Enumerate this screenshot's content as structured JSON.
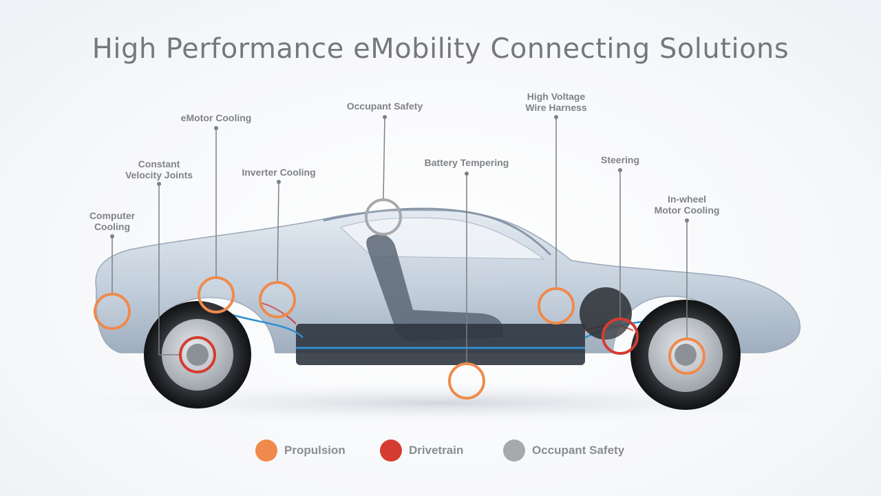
{
  "title": "High Performance eMobility Connecting Solutions",
  "colors": {
    "propulsion": "#ef8a4c",
    "drivetrain": "#d43c31",
    "occupant_safety": "#a7a9ac",
    "callout_line": "#7d7f82",
    "title_text": "#76787b"
  },
  "callouts": [
    {
      "id": "computer-cooling",
      "label": "Computer\nCooling",
      "category": "propulsion"
    },
    {
      "id": "cv-joints",
      "label": "Constant\nVelocity Joints",
      "category": "drivetrain"
    },
    {
      "id": "emotor-cooling",
      "label": "eMotor Cooling",
      "category": "propulsion"
    },
    {
      "id": "inverter-cooling",
      "label": "Inverter Cooling",
      "category": "propulsion"
    },
    {
      "id": "occupant-safety",
      "label": "Occupant Safety",
      "category": "occupant_safety"
    },
    {
      "id": "battery-tempering",
      "label": "Battery Tempering",
      "category": "propulsion"
    },
    {
      "id": "hv-wire-harness",
      "label": "High Voltage\nWire Harness",
      "category": "propulsion"
    },
    {
      "id": "steering",
      "label": "Steering",
      "category": "drivetrain"
    },
    {
      "id": "inwheel-motor-cooling",
      "label": "In-wheel\nMotor Cooling",
      "category": "propulsion"
    }
  ],
  "legend": [
    {
      "label": "Propulsion",
      "category": "propulsion"
    },
    {
      "label": "Drivetrain",
      "category": "drivetrain"
    },
    {
      "label": "Occupant Safety",
      "category": "occupant_safety"
    }
  ]
}
